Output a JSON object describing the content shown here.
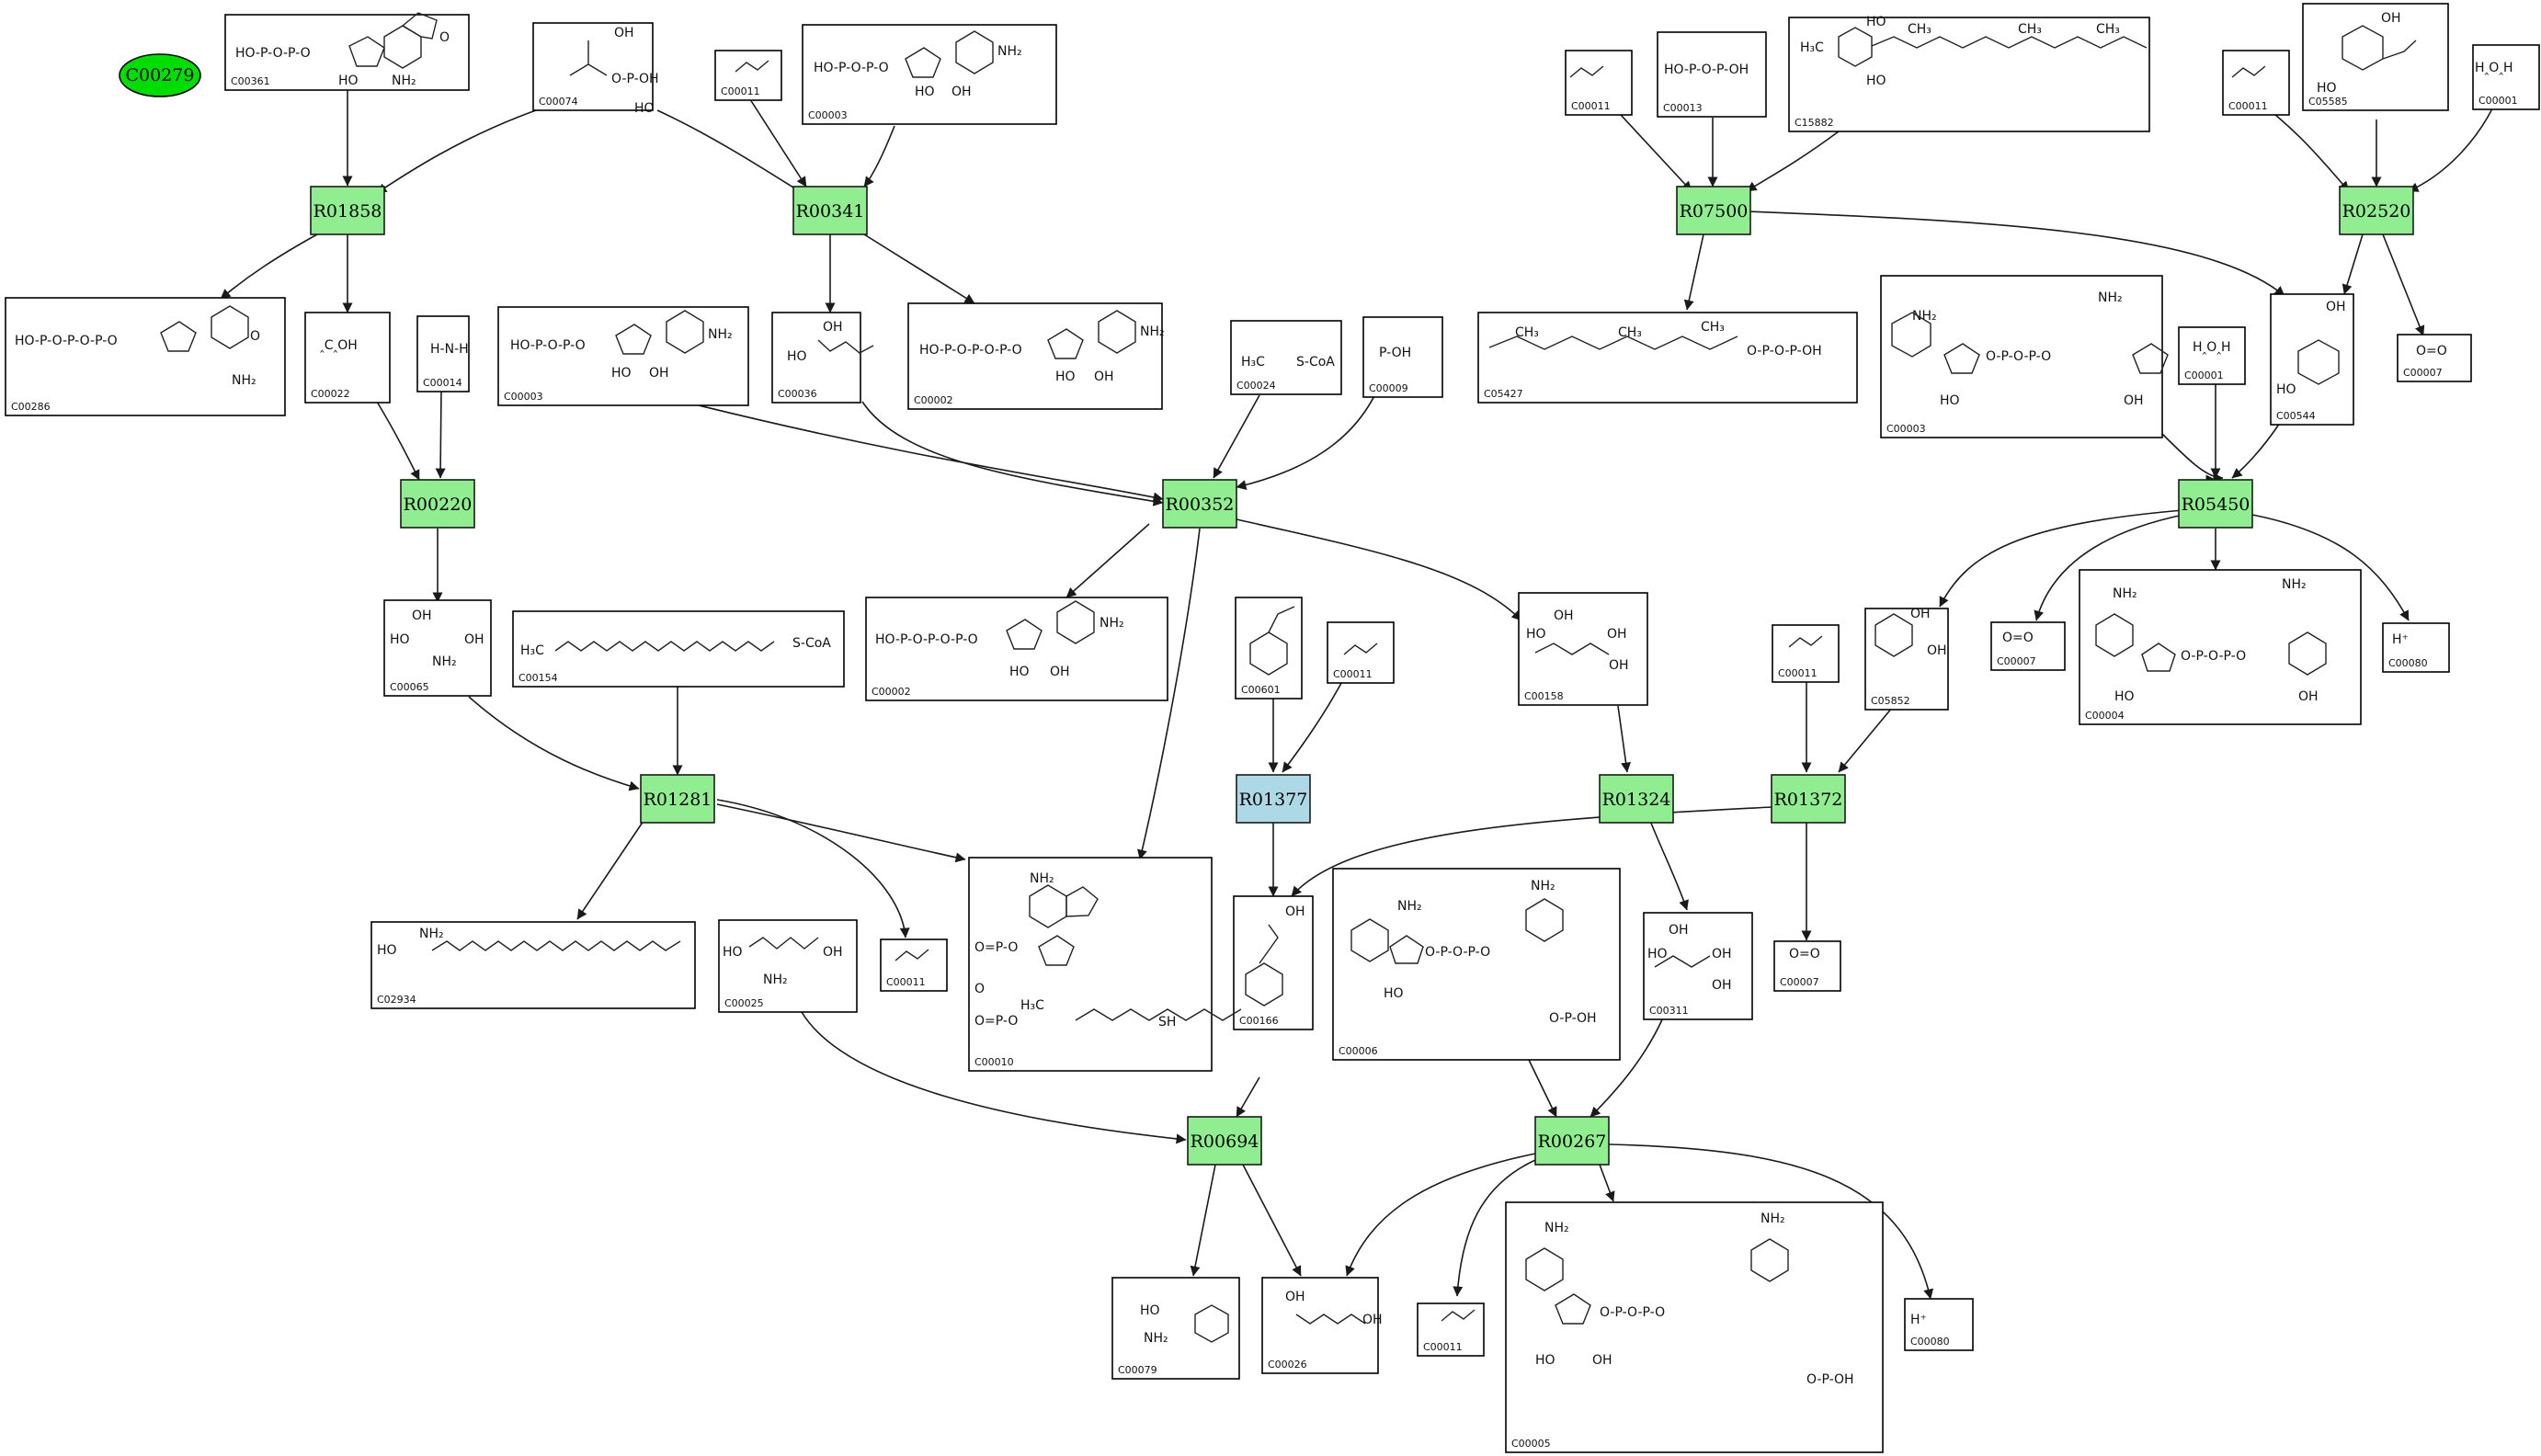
{
  "colors": {
    "reaction": "#90ee90",
    "reaction_selected": "#add8e6",
    "target": "#00dd00",
    "stroke": "#000000"
  },
  "target": {
    "id": "C00279"
  },
  "reactions": [
    {
      "id": "R01858",
      "color": "#90ee90"
    },
    {
      "id": "R00341",
      "color": "#90ee90"
    },
    {
      "id": "R07500",
      "color": "#90ee90"
    },
    {
      "id": "R02520",
      "color": "#90ee90"
    },
    {
      "id": "R00220",
      "color": "#90ee90"
    },
    {
      "id": "R00352",
      "color": "#90ee90"
    },
    {
      "id": "R05450",
      "color": "#90ee90"
    },
    {
      "id": "R01281",
      "color": "#90ee90"
    },
    {
      "id": "R01377",
      "color": "#add8e6"
    },
    {
      "id": "R01324",
      "color": "#90ee90"
    },
    {
      "id": "R01372",
      "color": "#90ee90"
    },
    {
      "id": "R00694",
      "color": "#90ee90"
    },
    {
      "id": "R00267",
      "color": "#90ee90"
    }
  ],
  "compounds": [
    {
      "id": "C00361"
    },
    {
      "id": "C00074"
    },
    {
      "id": "C00011"
    },
    {
      "id": "C00003"
    },
    {
      "id": "C00011"
    },
    {
      "id": "C00013"
    },
    {
      "id": "C15882"
    },
    {
      "id": "C00011"
    },
    {
      "id": "C05585"
    },
    {
      "id": "C00001"
    },
    {
      "id": "C00286"
    },
    {
      "id": "C00022"
    },
    {
      "id": "C00014"
    },
    {
      "id": "C00003"
    },
    {
      "id": "C00036"
    },
    {
      "id": "C00002"
    },
    {
      "id": "C00024"
    },
    {
      "id": "C00009"
    },
    {
      "id": "C05427"
    },
    {
      "id": "C00003"
    },
    {
      "id": "C00001"
    },
    {
      "id": "C00544"
    },
    {
      "id": "C00007"
    },
    {
      "id": "C00065"
    },
    {
      "id": "C00154"
    },
    {
      "id": "C00002"
    },
    {
      "id": "C00601"
    },
    {
      "id": "C00011"
    },
    {
      "id": "C00158"
    },
    {
      "id": "C00011"
    },
    {
      "id": "C05852"
    },
    {
      "id": "C00007"
    },
    {
      "id": "C00004"
    },
    {
      "id": "C00080"
    },
    {
      "id": "C02934"
    },
    {
      "id": "C00025"
    },
    {
      "id": "C00011"
    },
    {
      "id": "C00010"
    },
    {
      "id": "C00166"
    },
    {
      "id": "C00006"
    },
    {
      "id": "C00311"
    },
    {
      "id": "C00007"
    },
    {
      "id": "C00079"
    },
    {
      "id": "C00026"
    },
    {
      "id": "C00011"
    },
    {
      "id": "C00005"
    },
    {
      "id": "C00080"
    }
  ],
  "formulas": {
    "coa_suffix": "S-CoA",
    "o_eq_o": "O=O",
    "h_plus": "H⁺",
    "h3c": "H₃C",
    "ch3": "CH₃",
    "nh2": "NH₂",
    "oh": "OH",
    "ho": "HO",
    "sh": "SH",
    "ammonia": "H-N-H",
    "water": "H‸O‸H"
  }
}
